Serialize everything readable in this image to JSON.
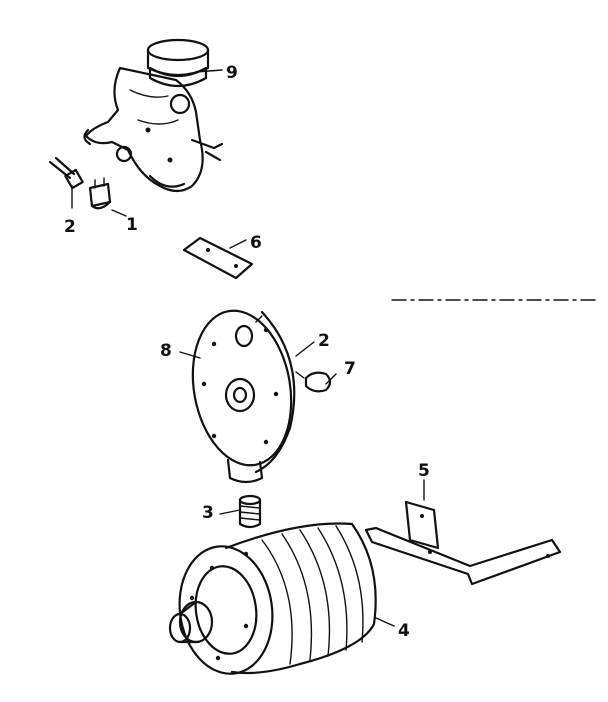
{
  "diagram": {
    "callouts": [
      {
        "id": "c1",
        "label": "1"
      },
      {
        "id": "c2a",
        "label": "2"
      },
      {
        "id": "c2b",
        "label": "2"
      },
      {
        "id": "c3",
        "label": "3"
      },
      {
        "id": "c4",
        "label": "4"
      },
      {
        "id": "c5",
        "label": "5"
      },
      {
        "id": "c6",
        "label": "6"
      },
      {
        "id": "c7",
        "label": "7"
      },
      {
        "id": "c8",
        "label": "8"
      },
      {
        "id": "c9",
        "label": "9"
      }
    ],
    "colors": {
      "ink": "#111111",
      "paper": "#ffffff"
    }
  }
}
